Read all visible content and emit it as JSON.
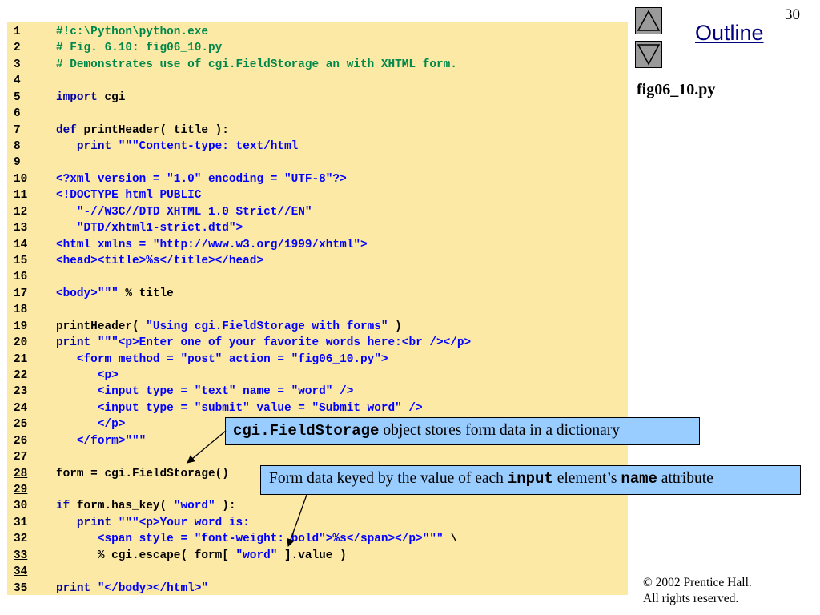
{
  "slide": {
    "number": "30",
    "outline_label": "Outline",
    "file_name": "fig06_10.py",
    "nav": {
      "up_icon": "up-triangle-icon",
      "down_icon": "down-triangle-icon"
    },
    "copyright_line1": "© 2002 Prentice Hall.",
    "copyright_line2": "All rights reserved."
  },
  "code": {
    "lines": [
      {
        "n": "1",
        "parts": [
          {
            "t": "#!c:\\Python\\python.exe",
            "c": "cm"
          }
        ]
      },
      {
        "n": "2",
        "parts": [
          {
            "t": "# Fig. 6.10: fig06_10.py",
            "c": "cm"
          }
        ]
      },
      {
        "n": "3",
        "parts": [
          {
            "t": "# Demonstrates use of cgi.FieldStorage an with XHTML form.",
            "c": "cm"
          }
        ]
      },
      {
        "n": "4",
        "parts": []
      },
      {
        "n": "5",
        "parts": [
          {
            "t": "import",
            "c": "kw"
          },
          {
            "t": " cgi",
            "c": "tx"
          }
        ]
      },
      {
        "n": "6",
        "parts": []
      },
      {
        "n": "7",
        "parts": [
          {
            "t": "def",
            "c": "kw"
          },
          {
            "t": " printHeader( title ):",
            "c": "tx"
          }
        ]
      },
      {
        "n": "8",
        "parts": [
          {
            "t": "   ",
            "c": "tx"
          },
          {
            "t": "print",
            "c": "kw"
          },
          {
            "t": " ",
            "c": "tx"
          },
          {
            "t": "\"\"\"Content-type: text/html",
            "c": "st"
          }
        ]
      },
      {
        "n": "9",
        "parts": []
      },
      {
        "n": "10",
        "parts": [
          {
            "t": "<?xml version = \"1.0\" encoding = \"UTF-8\"?>",
            "c": "st"
          }
        ]
      },
      {
        "n": "11",
        "parts": [
          {
            "t": "<!DOCTYPE html PUBLIC",
            "c": "st"
          }
        ]
      },
      {
        "n": "12",
        "parts": [
          {
            "t": "   \"-//W3C//DTD XHTML 1.0 Strict//EN\"",
            "c": "st"
          }
        ]
      },
      {
        "n": "13",
        "parts": [
          {
            "t": "   \"DTD/xhtml1-strict.dtd\">",
            "c": "st"
          }
        ]
      },
      {
        "n": "14",
        "parts": [
          {
            "t": "<html xmlns = \"http://www.w3.org/1999/xhtml\">",
            "c": "st"
          }
        ]
      },
      {
        "n": "15",
        "parts": [
          {
            "t": "<head><title>%s</title></head>",
            "c": "st"
          }
        ]
      },
      {
        "n": "16",
        "parts": []
      },
      {
        "n": "17",
        "parts": [
          {
            "t": "<body>\"\"\"",
            "c": "st"
          },
          {
            "t": " % title",
            "c": "tx"
          }
        ]
      },
      {
        "n": "18",
        "parts": []
      },
      {
        "n": "19",
        "parts": [
          {
            "t": "printHeader( ",
            "c": "tx"
          },
          {
            "t": "\"Using cgi.FieldStorage with forms\"",
            "c": "st"
          },
          {
            "t": " )",
            "c": "tx"
          }
        ]
      },
      {
        "n": "20",
        "parts": [
          {
            "t": "print",
            "c": "kw"
          },
          {
            "t": " ",
            "c": "tx"
          },
          {
            "t": "\"\"\"<p>Enter one of your favorite words here:<br /></p>",
            "c": "st"
          }
        ]
      },
      {
        "n": "21",
        "parts": [
          {
            "t": "   <form method = \"post\" action = \"fig06_10.py\">",
            "c": "st"
          }
        ]
      },
      {
        "n": "22",
        "parts": [
          {
            "t": "      <p>",
            "c": "st"
          }
        ]
      },
      {
        "n": "23",
        "parts": [
          {
            "t": "      <input type = \"text\" name = \"word\" />",
            "c": "st"
          }
        ]
      },
      {
        "n": "24",
        "parts": [
          {
            "t": "      <input type = \"submit\" value = \"Submit word\" />",
            "c": "st"
          }
        ]
      },
      {
        "n": "25",
        "parts": [
          {
            "t": "      </p>",
            "c": "st"
          }
        ]
      },
      {
        "n": "26",
        "parts": [
          {
            "t": "   </form>\"\"\"",
            "c": "st"
          }
        ]
      },
      {
        "n": "27",
        "parts": []
      },
      {
        "n": "28",
        "ul": true,
        "parts": [
          {
            "t": "form = cgi.FieldStorage()",
            "c": "tx"
          }
        ]
      },
      {
        "n": "29",
        "ul": true,
        "parts": []
      },
      {
        "n": "30",
        "parts": [
          {
            "t": "if",
            "c": "kw"
          },
          {
            "t": " form.has_key( ",
            "c": "tx"
          },
          {
            "t": "\"word\"",
            "c": "st"
          },
          {
            "t": " ):",
            "c": "tx"
          }
        ]
      },
      {
        "n": "31",
        "parts": [
          {
            "t": "   ",
            "c": "tx"
          },
          {
            "t": "print",
            "c": "kw"
          },
          {
            "t": " ",
            "c": "tx"
          },
          {
            "t": "\"\"\"<p>Your word is:",
            "c": "st"
          }
        ]
      },
      {
        "n": "32",
        "parts": [
          {
            "t": "      <span style = \"font-weight: bold\">%s</span></p>\"\"\"",
            "c": "st"
          },
          {
            "t": " \\",
            "c": "tx"
          }
        ]
      },
      {
        "n": "33",
        "ul": true,
        "parts": [
          {
            "t": "      % cgi.escape( form[ ",
            "c": "tx"
          },
          {
            "t": "\"word\"",
            "c": "st"
          },
          {
            "t": " ].value )",
            "c": "tx"
          }
        ]
      },
      {
        "n": "34",
        "ul": true,
        "parts": []
      },
      {
        "n": "35",
        "parts": [
          {
            "t": "print",
            "c": "kw"
          },
          {
            "t": " ",
            "c": "tx"
          },
          {
            "t": "\"</body></html>\"",
            "c": "st"
          }
        ]
      }
    ]
  },
  "callouts": {
    "c1": {
      "code": "cgi.FieldStorage",
      "text": " object stores form data in a dictionary"
    },
    "c2": {
      "pre": "Form data keyed by the value of each ",
      "code1": "input",
      "mid": " element’s ",
      "code2": "name",
      "post": " attribute"
    }
  }
}
